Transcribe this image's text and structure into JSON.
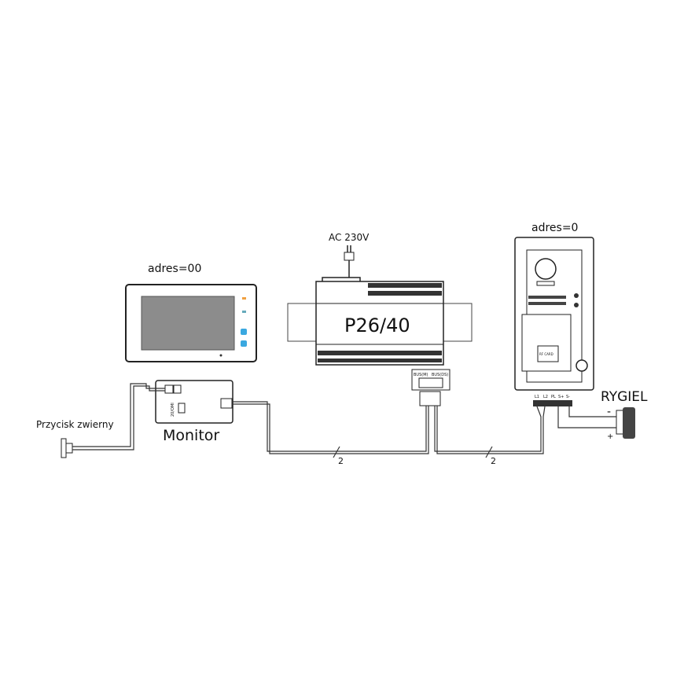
{
  "monitor": {
    "address": "adres=00",
    "label": "Monitor",
    "dip_label": "20/OMI"
  },
  "power_supply": {
    "mains": "AC 230V",
    "model": "P26/40",
    "terminals": [
      "BUS(M)",
      "BUS(DS)"
    ]
  },
  "door_station": {
    "address": "adres=0",
    "terminals": [
      "L1",
      "L2",
      "PL",
      "S+",
      "S-"
    ],
    "card_label": "RF CARD"
  },
  "lock": {
    "label": "RYGIEL",
    "minus": "-",
    "plus": "+"
  },
  "button": {
    "label": "Przycisk zwierny"
  },
  "wires": [
    {
      "count": "2"
    },
    {
      "count": "2"
    }
  ]
}
